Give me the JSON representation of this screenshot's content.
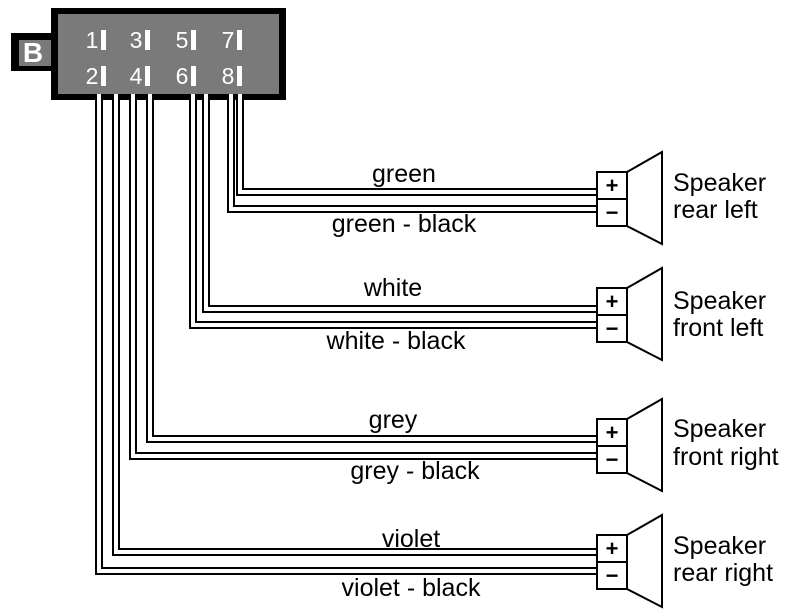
{
  "connector": {
    "id": "B",
    "pins_top": [
      "1",
      "3",
      "5",
      "7"
    ],
    "pins_bottom": [
      "2",
      "4",
      "6",
      "8"
    ]
  },
  "speakers": [
    {
      "line1": "Speaker",
      "line2": "rear left",
      "plus": "+",
      "minus": "−",
      "wire_pos": "green",
      "wire_neg": "green - black"
    },
    {
      "line1": "Speaker",
      "line2": "front left",
      "plus": "+",
      "minus": "−",
      "wire_pos": "white",
      "wire_neg": "white - black"
    },
    {
      "line1": "Speaker",
      "line2": "front right",
      "plus": "+",
      "minus": "−",
      "wire_pos": "grey",
      "wire_neg": "grey - black"
    },
    {
      "line1": "Speaker",
      "line2": "rear right",
      "plus": "+",
      "minus": "−",
      "wire_pos": "violet",
      "wire_neg": "violet - black"
    }
  ],
  "colors": {
    "connector_fill": "#7a7a7a",
    "connector_border": "#000000",
    "wire": "#000000",
    "background": "#ffffff"
  }
}
